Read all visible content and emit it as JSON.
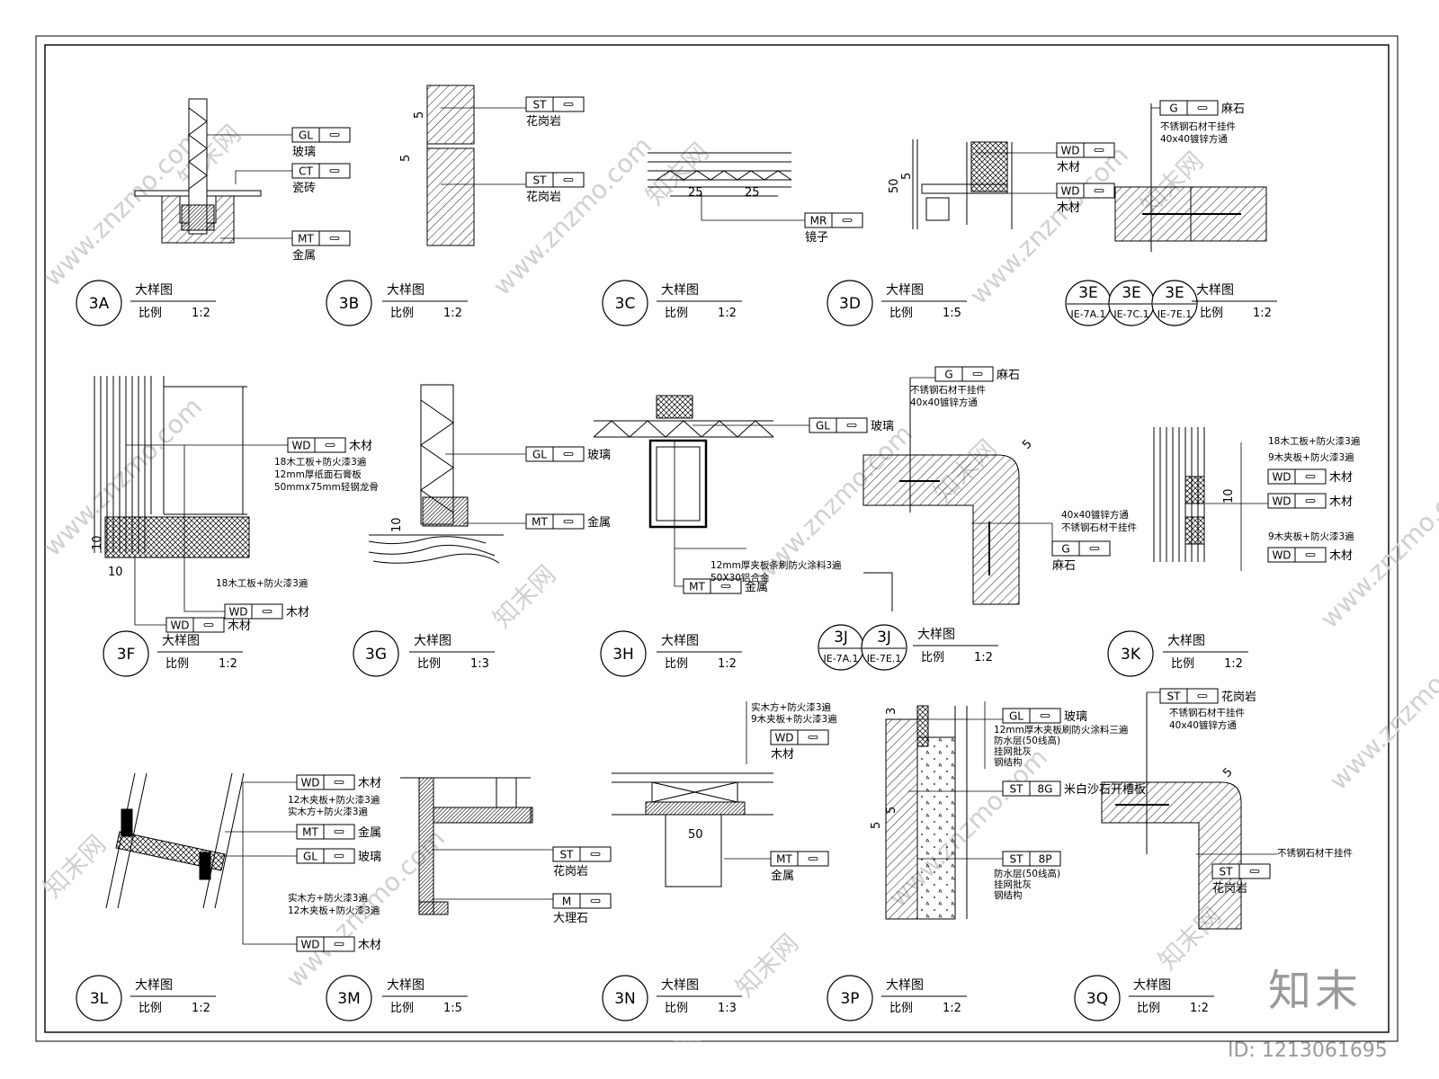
{
  "watermark": {
    "site": "www.znzmo.com",
    "brand": "知末网"
  },
  "logo": {
    "text": "知末",
    "id_label": "ID: 1213061695"
  },
  "footer": {
    "file_note": "————"
  },
  "details": [
    {
      "key": "3A",
      "title": "大样图",
      "scale_label": "比例",
      "scale": "1:2",
      "ids": [
        "3A"
      ],
      "refs": [],
      "tags": [
        {
          "code": "GL",
          "label": "玻璃"
        },
        {
          "code": "CT",
          "label": "瓷砖"
        },
        {
          "code": "MT",
          "label": "金属"
        }
      ],
      "notes": [],
      "dims": []
    },
    {
      "key": "3B",
      "title": "大样图",
      "scale_label": "比例",
      "scale": "1:2",
      "ids": [
        "3B"
      ],
      "refs": [],
      "tags": [
        {
          "code": "ST",
          "label": "花岗岩"
        },
        {
          "code": "ST",
          "label": "花岗岩"
        }
      ],
      "notes": [],
      "dims": [
        "5",
        "5"
      ]
    },
    {
      "key": "3C",
      "title": "大样图",
      "scale_label": "比例",
      "scale": "1:2",
      "ids": [
        "3C"
      ],
      "refs": [],
      "tags": [
        {
          "code": "MR",
          "label": "镜子"
        }
      ],
      "notes": [],
      "dims": [
        "25",
        "25"
      ]
    },
    {
      "key": "3D",
      "title": "大样图",
      "scale_label": "比例",
      "scale": "1:5",
      "ids": [
        "3D"
      ],
      "refs": [],
      "tags": [
        {
          "code": "WD",
          "label": "木材"
        },
        {
          "code": "WD",
          "label": "木材"
        }
      ],
      "notes": [],
      "dims": [
        "50",
        "5"
      ]
    },
    {
      "key": "3E",
      "title": "大样图",
      "scale_label": "比例",
      "scale": "1:2",
      "ids": [
        "3E",
        "3E",
        "3E"
      ],
      "refs": [
        "IE-7A.1",
        "IE-7C.1",
        "IE-7E.1"
      ],
      "tags": [
        {
          "code": "G",
          "label": "麻石"
        }
      ],
      "notes": [
        "不锈钢石材干挂件",
        "40x40镀锌方通"
      ],
      "dims": []
    },
    {
      "key": "3F",
      "title": "大样图",
      "scale_label": "比例",
      "scale": "1:2",
      "ids": [
        "3F"
      ],
      "refs": [],
      "tags": [
        {
          "code": "WD",
          "label": "木材"
        },
        {
          "code": "WD",
          "label": "木材"
        },
        {
          "code": "WD",
          "label": "木材"
        }
      ],
      "notes": [
        "18木工板+防火漆3遍",
        "12mm厚纸面石膏板",
        "50mmx75mm轻钢龙骨",
        "18木工板+防火漆3遍"
      ],
      "dims": [
        "10",
        "10"
      ]
    },
    {
      "key": "3G",
      "title": "大样图",
      "scale_label": "比例",
      "scale": "1:3",
      "ids": [
        "3G"
      ],
      "refs": [],
      "tags": [
        {
          "code": "GL",
          "label": "玻璃"
        },
        {
          "code": "MT",
          "label": "金属"
        }
      ],
      "notes": [],
      "dims": [
        "10"
      ]
    },
    {
      "key": "3H",
      "title": "大样图",
      "scale_label": "比例",
      "scale": "1:2",
      "ids": [
        "3H"
      ],
      "refs": [],
      "tags": [
        {
          "code": "GL",
          "label": "玻璃"
        },
        {
          "code": "MT",
          "label": "金属"
        }
      ],
      "notes": [
        "12mm厚夹板条刷防火涂料3遍",
        "50X30铝合金"
      ],
      "dims": []
    },
    {
      "key": "3J",
      "title": "大样图",
      "scale_label": "比例",
      "scale": "1:2",
      "ids": [
        "3J",
        "3J"
      ],
      "refs": [
        "IE-7A.1",
        "IE-7E.1"
      ],
      "tags": [
        {
          "code": "G",
          "label": "麻石"
        },
        {
          "code": "G",
          "label": "麻石"
        }
      ],
      "notes": [
        "不锈钢石材干挂件",
        "40x40镀锌方通",
        "40x40镀锌方通",
        "不锈钢石材干挂件"
      ],
      "dims": [
        "5"
      ]
    },
    {
      "key": "3K",
      "title": "大样图",
      "scale_label": "比例",
      "scale": "1:2",
      "ids": [
        "3K"
      ],
      "refs": [],
      "tags": [
        {
          "code": "WD",
          "label": "木材"
        },
        {
          "code": "WD",
          "label": "木材"
        },
        {
          "code": "WD",
          "label": "木材"
        }
      ],
      "notes": [
        "18木工板+防火漆3遍",
        "9木夹板+防火漆3遍",
        "9木夹板+防火漆3遍"
      ],
      "dims": [
        "10"
      ]
    },
    {
      "key": "3L",
      "title": "大样图",
      "scale_label": "比例",
      "scale": "1:2",
      "ids": [
        "3L"
      ],
      "refs": [],
      "tags": [
        {
          "code": "WD",
          "label": "木材"
        },
        {
          "code": "MT",
          "label": "金属"
        },
        {
          "code": "GL",
          "label": "玻璃"
        },
        {
          "code": "WD",
          "label": "木材"
        }
      ],
      "notes": [
        "12木夹板+防火漆3遍",
        "实木方+防火漆3遍",
        "实木方+防火漆3遍",
        "12木夹板+防火漆3遍"
      ],
      "dims": []
    },
    {
      "key": "3M",
      "title": "大样图",
      "scale_label": "比例",
      "scale": "1:5",
      "ids": [
        "3M"
      ],
      "refs": [],
      "tags": [
        {
          "code": "ST",
          "label": "花岗岩"
        },
        {
          "code": "M",
          "label": "大理石"
        }
      ],
      "notes": [],
      "dims": []
    },
    {
      "key": "3N",
      "title": "大样图",
      "scale_label": "比例",
      "scale": "1:3",
      "ids": [
        "3N"
      ],
      "refs": [],
      "tags": [
        {
          "code": "WD",
          "label": "木材"
        },
        {
          "code": "MT",
          "label": "金属"
        }
      ],
      "notes": [
        "实木方+防火漆3遍",
        "9木夹板+防火漆3遍"
      ],
      "dims": [
        "50"
      ]
    },
    {
      "key": "3P",
      "title": "大样图",
      "scale_label": "比例",
      "scale": "1:2",
      "ids": [
        "3P"
      ],
      "refs": [],
      "tags": [
        {
          "code": "GL",
          "label": "玻璃"
        },
        {
          "code": "ST",
          "num": "8G",
          "label": "米白沙石开槽板"
        },
        {
          "code": "ST",
          "num": "8P",
          "label": ""
        }
      ],
      "notes": [
        "12mm厚木夹板刷防火涂料三遍",
        "防水层(50线高)",
        "挂网批灰",
        "钢结构",
        "防水层(50线高)",
        "挂网批灰",
        "钢结构"
      ],
      "dims": [
        "3",
        "5",
        "5"
      ]
    },
    {
      "key": "3Q",
      "title": "大样图",
      "scale_label": "比例",
      "scale": "1:2",
      "ids": [
        "3Q"
      ],
      "refs": [],
      "tags": [
        {
          "code": "ST",
          "label": "花岗岩"
        },
        {
          "code": "ST",
          "label": "花岗岩"
        }
      ],
      "notes": [
        "不锈钢石材干挂件",
        "40x40镀锌方通",
        "不锈钢石材干挂件"
      ],
      "dims": [
        "5"
      ]
    }
  ]
}
